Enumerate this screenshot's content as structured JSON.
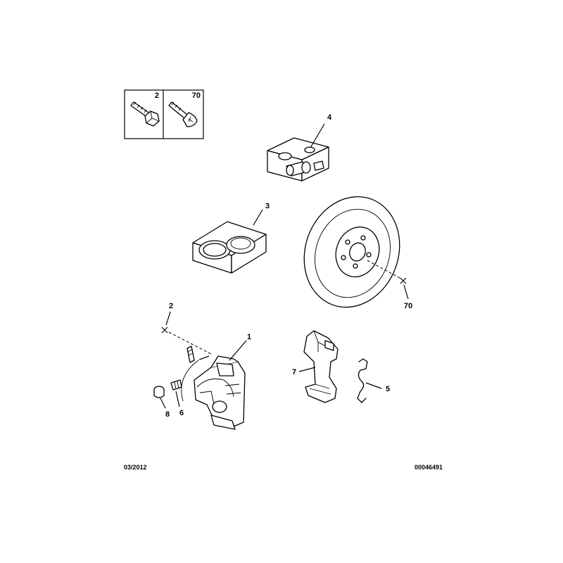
{
  "legend": {
    "left_number": "2",
    "right_number": "70"
  },
  "callouts": {
    "c1": "1",
    "c2": "2",
    "c3": "3",
    "c4": "4",
    "c5": "5",
    "c6": "6",
    "c7": "7",
    "c8": "8",
    "c70": "70"
  },
  "footer": {
    "date": "03/2012",
    "reference": "00046491"
  },
  "icons": [
    "hex-bolt-icon",
    "countersunk-screw-icon",
    "cross-marker-icon"
  ]
}
